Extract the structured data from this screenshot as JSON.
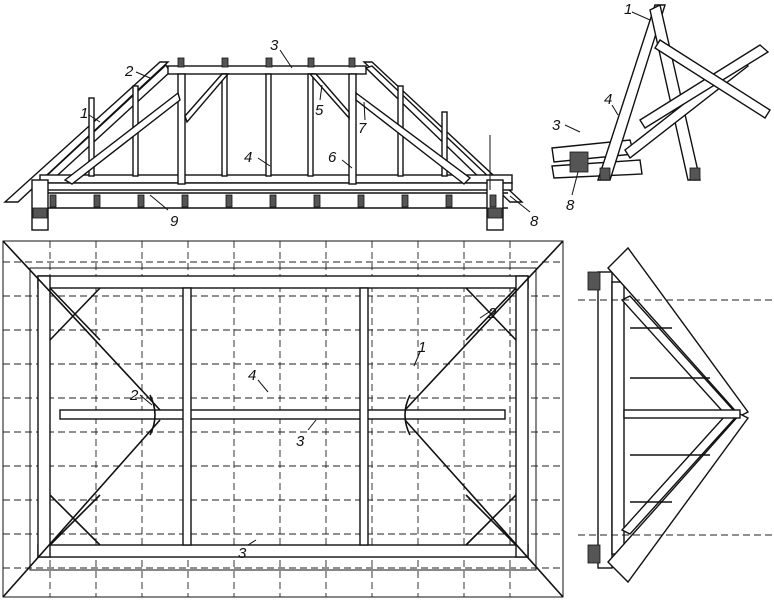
{
  "title": "Hip roof truss framing — elevation, plan, section and node detail",
  "labels": {
    "rafter": "1",
    "hip_bracket": "2",
    "ridge_beam": "3",
    "post": "4",
    "strut": "5",
    "post_6": "6",
    "brace": "7",
    "wall_plate": "8",
    "ceiling_joist": "9"
  }
}
